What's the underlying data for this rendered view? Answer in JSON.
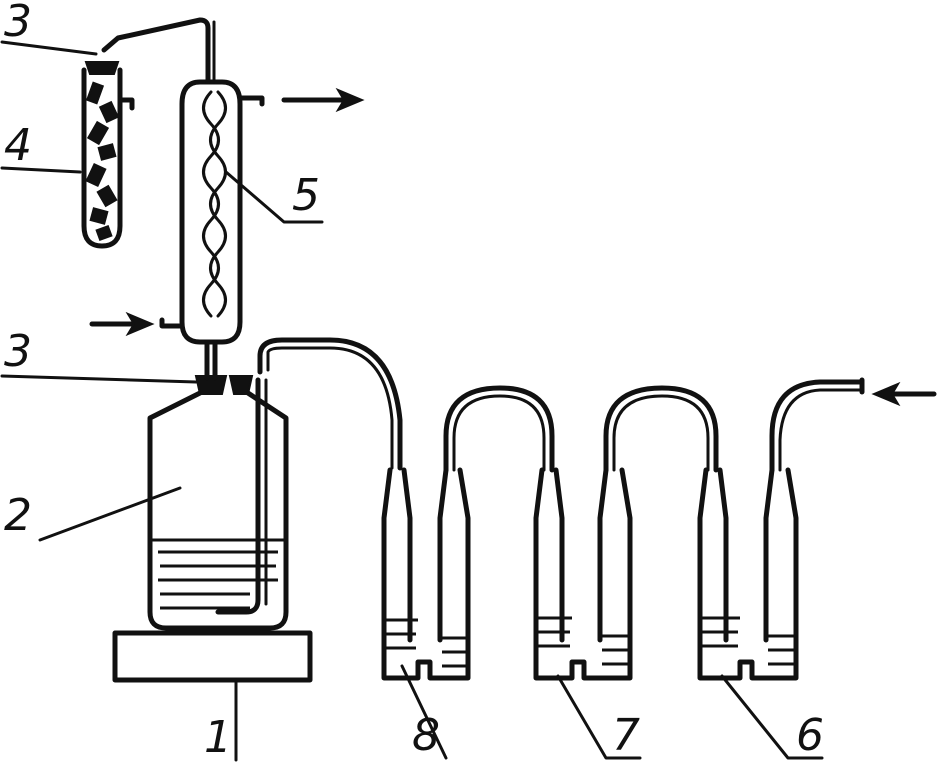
{
  "diagram": {
    "labels": {
      "heater": "1",
      "flask": "2",
      "stopper_top": "3",
      "stopper_flask": "3",
      "drying_tube": "4",
      "condenser": "5",
      "u_tube_right": "6",
      "u_tube_middle": "7",
      "u_tube_left": "8"
    },
    "arrows": [
      "condenser-outlet-arrow",
      "condenser-inlet-arrow",
      "gas-inlet-arrow"
    ]
  }
}
